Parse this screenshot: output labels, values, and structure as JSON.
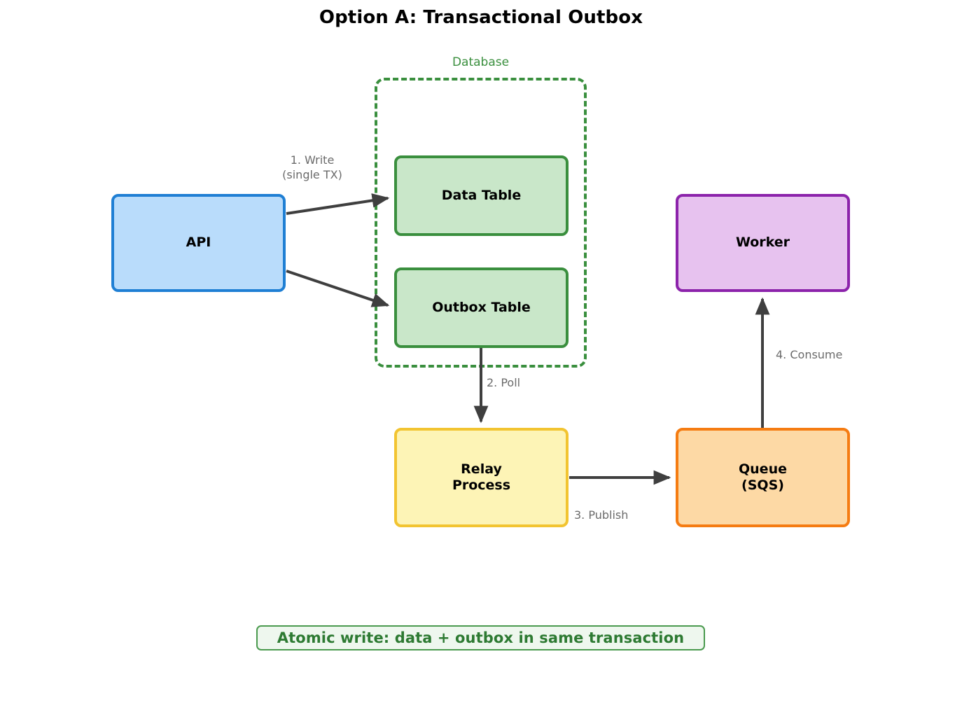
{
  "title": "Option A: Transactional Outbox",
  "colors": {
    "api_fill": "#b9dcfb",
    "api_border": "#1f7fd4",
    "table_fill": "#c9e7c9",
    "table_border": "#3a8f3e",
    "relay_fill": "#fdf4b6",
    "relay_border": "#f2c431",
    "queue_fill": "#fdd9a5",
    "queue_border": "#f57c12",
    "worker_fill": "#e7c2ef",
    "worker_border": "#8c23ab",
    "arrow": "#3f3f3f",
    "edge_label": "#6b6b6b",
    "caption_text": "#2d7a32",
    "caption_border": "#4a9a4e",
    "caption_fill": "#eef7ee",
    "background": "#ffffff"
  },
  "groups": {
    "database": {
      "label": "Database",
      "style": "dashed"
    }
  },
  "nodes": {
    "api": {
      "label": "API"
    },
    "data_table": {
      "label": "Data Table"
    },
    "outbox_table": {
      "label": "Outbox Table"
    },
    "relay": {
      "label": "Relay\nProcess"
    },
    "queue": {
      "label": "Queue\n(SQS)"
    },
    "worker": {
      "label": "Worker"
    }
  },
  "edges": {
    "write": {
      "label": "1. Write\n(single TX)",
      "from": "api",
      "to": "data_table / outbox_table"
    },
    "poll": {
      "label": "2. Poll",
      "from": "outbox_table",
      "to": "relay"
    },
    "publish": {
      "label": "3. Publish",
      "from": "relay",
      "to": "queue"
    },
    "consume": {
      "label": "4. Consume",
      "from": "queue",
      "to": "worker"
    }
  },
  "caption": {
    "text": "Atomic write: data + outbox in same transaction"
  }
}
